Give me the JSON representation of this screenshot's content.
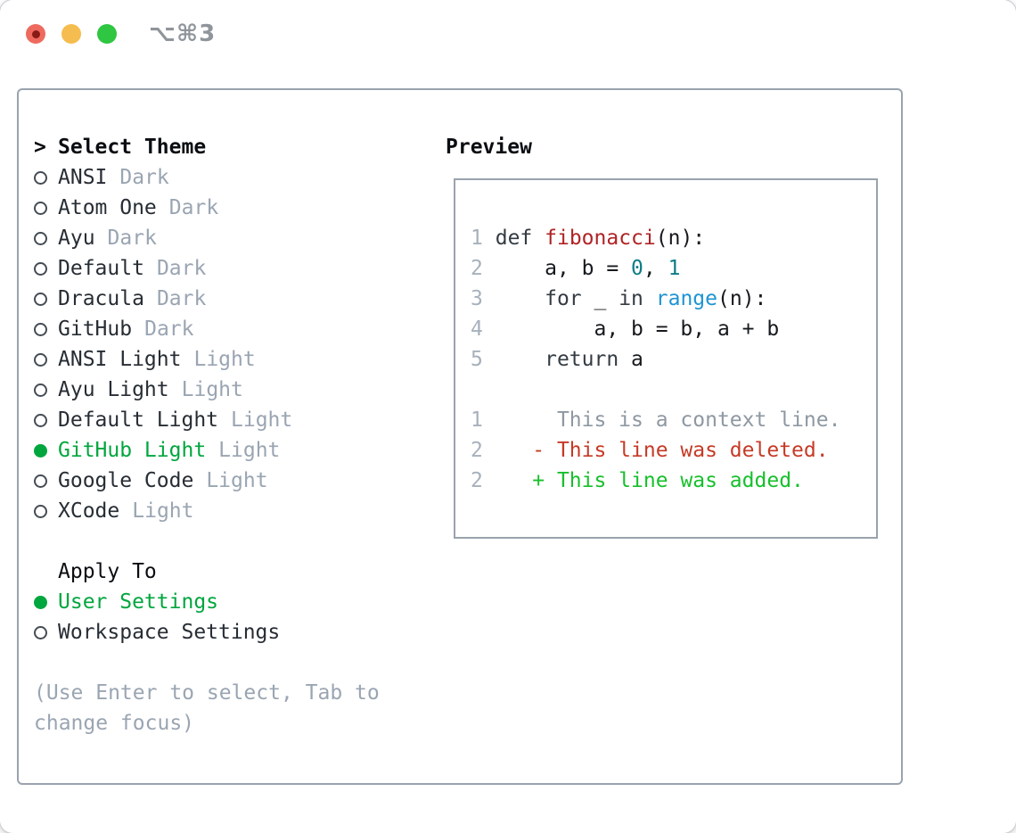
{
  "window": {
    "title": "⌥⌘3"
  },
  "colors": {
    "win_title": "#8f959b",
    "tl_red": "#ee6a5f",
    "tl_red_dot": "#891a15",
    "tl_yellow": "#f5bd4f",
    "tl_green": "#2fc641",
    "border": "#99a3ae",
    "header": "#0a0d11",
    "item": "#272d34",
    "muted": "#9aa5b2",
    "select_green": "#00a63e",
    "lineno": "#a7b1bc",
    "pl": "#16191d",
    "kw": "#343b42",
    "fn": "#b02325",
    "num": "#0d7d85",
    "bi": "#1e94d3",
    "ctx": "#8e98a2",
    "del": "#c63a26",
    "add": "#17c02c"
  },
  "theme_panel": {
    "cursor": ">",
    "header": "Select Theme",
    "items": [
      {
        "name": "ANSI",
        "variant": "Dark",
        "selected": false
      },
      {
        "name": "Atom One",
        "variant": "Dark",
        "selected": false
      },
      {
        "name": "Ayu",
        "variant": "Dark",
        "selected": false
      },
      {
        "name": "Default",
        "variant": "Dark",
        "selected": false
      },
      {
        "name": "Dracula",
        "variant": "Dark",
        "selected": false
      },
      {
        "name": "GitHub",
        "variant": "Dark",
        "selected": false
      },
      {
        "name": "ANSI Light",
        "variant": "Light",
        "selected": false
      },
      {
        "name": "Ayu Light",
        "variant": "Light",
        "selected": false
      },
      {
        "name": "Default Light",
        "variant": "Light",
        "selected": false
      },
      {
        "name": "GitHub Light",
        "variant": "Light",
        "selected": true
      },
      {
        "name": "Google Code",
        "variant": "Light",
        "selected": false
      },
      {
        "name": "XCode",
        "variant": "Light",
        "selected": false
      }
    ],
    "apply_header": "Apply To",
    "apply_options": [
      {
        "label": "User Settings",
        "selected": true
      },
      {
        "label": "Workspace Settings",
        "selected": false
      }
    ],
    "hint_lines": [
      "(Use Enter to select, Tab to",
      "change focus)"
    ]
  },
  "preview": {
    "header": "Preview",
    "lines": [
      {
        "num": "1",
        "tokens": [
          {
            "t": " ",
            "c": "pl"
          },
          {
            "t": "def",
            "c": "kw"
          },
          {
            "t": " ",
            "c": "pl"
          },
          {
            "t": "fibonacci",
            "c": "fn"
          },
          {
            "t": "(n):",
            "c": "pl"
          }
        ]
      },
      {
        "num": "2",
        "tokens": [
          {
            "t": "     a, b = ",
            "c": "pl"
          },
          {
            "t": "0",
            "c": "num"
          },
          {
            "t": ", ",
            "c": "pl"
          },
          {
            "t": "1",
            "c": "num"
          }
        ]
      },
      {
        "num": "3",
        "tokens": [
          {
            "t": "     ",
            "c": "pl"
          },
          {
            "t": "for",
            "c": "kw"
          },
          {
            "t": " _ ",
            "c": "pl"
          },
          {
            "t": "in",
            "c": "kw"
          },
          {
            "t": " ",
            "c": "pl"
          },
          {
            "t": "range",
            "c": "bi"
          },
          {
            "t": "(n):",
            "c": "pl"
          }
        ]
      },
      {
        "num": "4",
        "tokens": [
          {
            "t": "         a, b = b, a + b",
            "c": "pl"
          }
        ]
      },
      {
        "num": "5",
        "tokens": [
          {
            "t": "     ",
            "c": "pl"
          },
          {
            "t": "return",
            "c": "kw"
          },
          {
            "t": " a",
            "c": "pl"
          }
        ]
      },
      {
        "num": "",
        "tokens": []
      },
      {
        "num": "1",
        "tokens": [
          {
            "t": "      This is a context line.",
            "c": "ctx"
          }
        ]
      },
      {
        "num": "2",
        "tokens": [
          {
            "t": "    - This line was deleted.",
            "c": "del"
          }
        ]
      },
      {
        "num": "2",
        "tokens": [
          {
            "t": "    + This line was added.",
            "c": "add"
          }
        ]
      }
    ]
  }
}
